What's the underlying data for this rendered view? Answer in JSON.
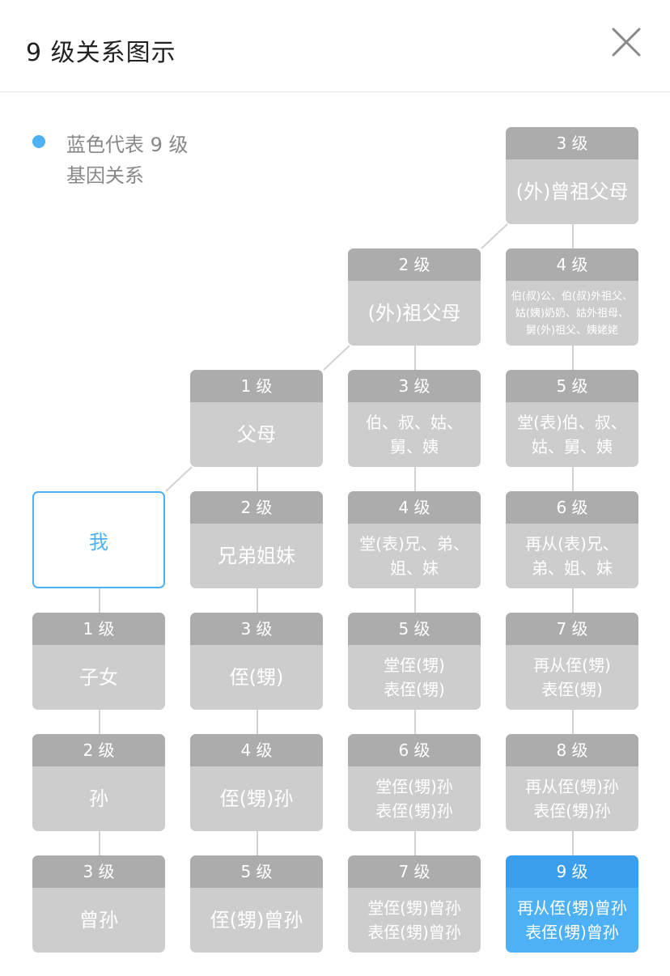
{
  "header": {
    "title": "9 级关系图示"
  },
  "legend": {
    "text": "蓝色代表 9 级\n基因关系",
    "color": "#4fb1f5"
  },
  "colors": {
    "gray_header": "#acacac",
    "gray_body": "#cdcdcd",
    "blue_header": "#3a9eec",
    "blue_body": "#4fb1f5"
  },
  "cards": [
    {
      "level": "3 级",
      "label": "(外)曾祖父母"
    },
    {
      "level": "2 级",
      "label": "(外)祖父母"
    },
    {
      "level": "4 级",
      "label": "伯(叔)公、伯(叔)外祖父、\n姑(姨)奶奶、姑外祖母、\n舅(外)祖父、姨姥姥"
    },
    {
      "level": "1 级",
      "label": "父母"
    },
    {
      "level": "3 级",
      "label": "伯、叔、姑、\n舅、姨"
    },
    {
      "level": "5 级",
      "label": "堂(表)伯、叔、\n姑、舅、姨"
    },
    {
      "level": "",
      "label": "我"
    },
    {
      "level": "2 级",
      "label": "兄弟姐妹"
    },
    {
      "level": "4 级",
      "label": "堂(表)兄、弟、\n姐、妹"
    },
    {
      "level": "6 级",
      "label": "再从(表)兄、\n弟、姐、妹"
    },
    {
      "level": "1 级",
      "label": "子女"
    },
    {
      "level": "3 级",
      "label": "侄(甥)"
    },
    {
      "level": "5 级",
      "label": "堂侄(甥)\n表侄(甥)"
    },
    {
      "level": "7 级",
      "label": "再从侄(甥)\n表侄(甥)"
    },
    {
      "level": "2 级",
      "label": "孙"
    },
    {
      "level": "4 级",
      "label": "侄(甥)孙"
    },
    {
      "level": "6 级",
      "label": "堂侄(甥)孙\n表侄(甥)孙"
    },
    {
      "level": "8 级",
      "label": "再从侄(甥)孙\n表侄(甥)孙"
    },
    {
      "level": "3 级",
      "label": "曾孙"
    },
    {
      "level": "5 级",
      "label": "侄(甥)曾孙"
    },
    {
      "level": "7 级",
      "label": "堂侄(甥)曾孙\n表侄(甥)曾孙"
    },
    {
      "level": "9 级",
      "label": "再从侄(甥)曾孙\n表侄(甥)曾孙"
    }
  ]
}
